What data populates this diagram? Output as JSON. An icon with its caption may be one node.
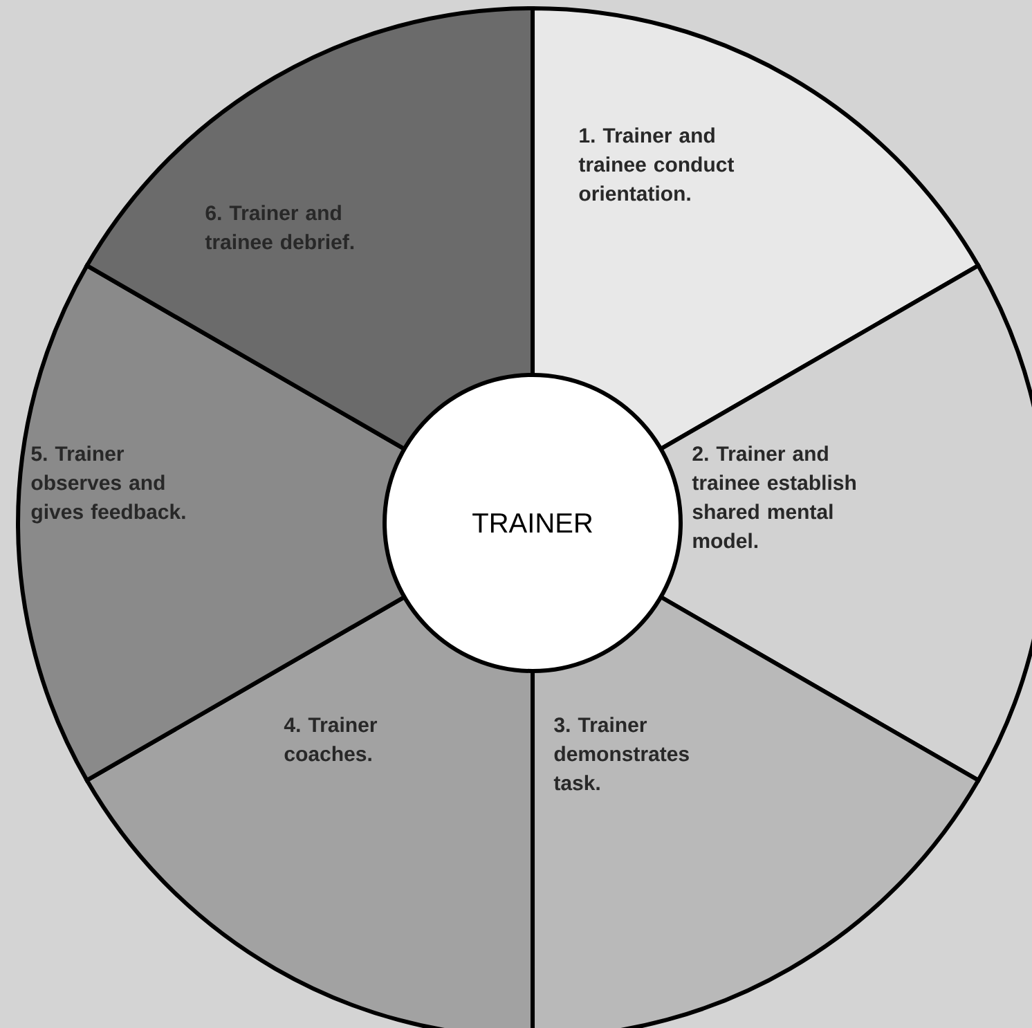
{
  "diagram": {
    "nodes": [
      {
        "text": [
          "1. Trainer and trainee conduct orientation."
        ]
      },
      {
        "text": [
          "2. Trainer and trainee establish shared mental model."
        ]
      },
      {
        "text": [
          "3. Trainer demonstrates task."
        ]
      },
      {
        "text": [
          "4. Trainer coaches."
        ]
      },
      {
        "text": [
          "5. Trainer observes and gives feedback."
        ]
      },
      {
        "text": [
          "6. Trainer and trainee debrief."
        ]
      },
      {
        "text": [
          "TRAINER"
        ]
      }
    ]
  }
}
